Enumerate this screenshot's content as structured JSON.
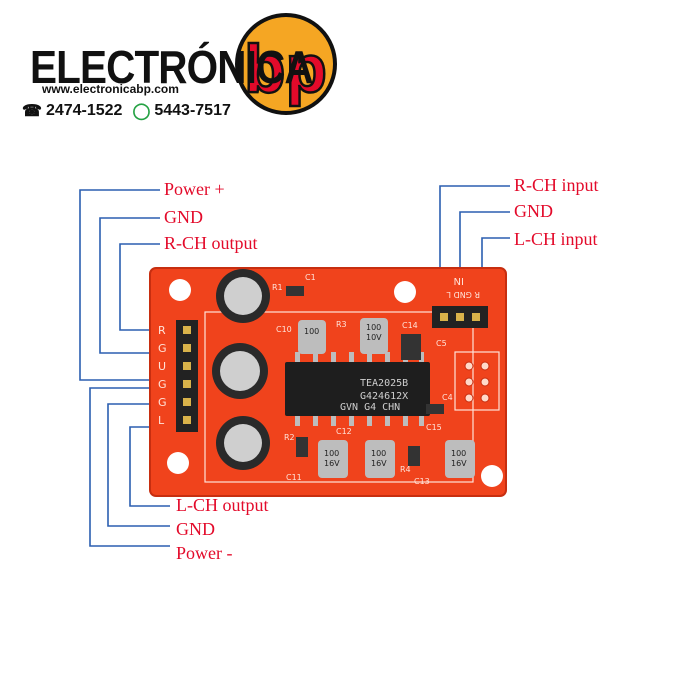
{
  "header": {
    "brand_text": "ELECTRÓNICA",
    "logo_text": "bp",
    "website": "www.electronicabp.com",
    "phone": "2474-1522",
    "whatsapp": "5443-7517"
  },
  "labels": {
    "power_plus": "Power +",
    "gnd_top": "GND",
    "r_ch_output": "R-CH output",
    "l_ch_output": "L-CH output",
    "gnd_bottom": "GND",
    "power_minus": "Power -",
    "r_ch_input": "R-CH input",
    "gnd_input": "GND",
    "l_ch_input": "L-CH input"
  },
  "board": {
    "chip_line1": "TEA2025B",
    "chip_line2": "G424612X",
    "chip_line3": "GVN G4 CHN",
    "header_pins": [
      "R",
      "G",
      "U",
      "G",
      "G",
      "L"
    ],
    "input_in": "IN",
    "input_pins": "R GND L",
    "refs": [
      "C1",
      "R1",
      "C10",
      "R3",
      "C14",
      "C5",
      "R2",
      "C11",
      "C12",
      "R4",
      "C13",
      "C15",
      "C4"
    ],
    "cap_big": [
      "100",
      "16V"
    ],
    "cap_small": [
      "100",
      "10V"
    ]
  },
  "colors": {
    "board": "#f0431c",
    "label_red": "#e30a2a",
    "line_blue": "#2b5fb0",
    "logo_orange": "#f5a623"
  }
}
